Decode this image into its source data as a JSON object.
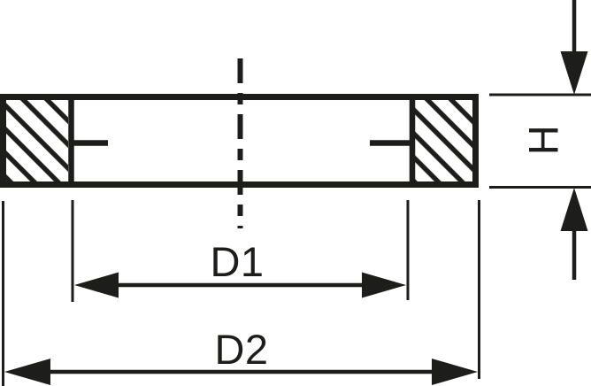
{
  "drawing": {
    "kind": "technical-dimension-drawing",
    "ink_color": "#1d1d1b",
    "background_color": "#ffffff",
    "labels": {
      "inner_diameter": "D1",
      "outer_diameter": "D2",
      "height": "H"
    }
  }
}
